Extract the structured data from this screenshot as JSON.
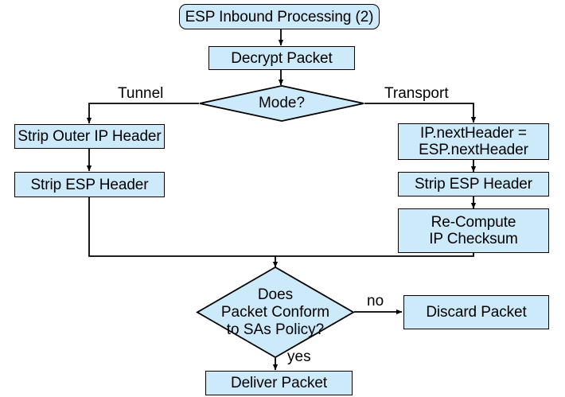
{
  "diagram": {
    "title": "ESP Inbound Processing (2)",
    "colors": {
      "node_fill": "#cdeafa",
      "node_stroke": "#000000",
      "background": "#ffffff",
      "text": "#000000"
    },
    "nodes": {
      "start": {
        "label": "ESP Inbound Processing (2)",
        "shape": "terminator"
      },
      "decrypt": {
        "label": "Decrypt Packet",
        "shape": "process"
      },
      "mode": {
        "label": "Mode?",
        "shape": "decision"
      },
      "strip_outer_ip": {
        "label": "Strip Outer IP Header",
        "shape": "process"
      },
      "strip_esp_left": {
        "label": "Strip ESP Header",
        "shape": "process"
      },
      "next_header": {
        "label": "IP.nextHeader =\nESP.nextHeader",
        "shape": "process"
      },
      "strip_esp_right": {
        "label": "Strip ESP Header",
        "shape": "process"
      },
      "recompute": {
        "label": "Re-Compute\nIP Checksum",
        "shape": "process"
      },
      "conform": {
        "label": "Does\nPacket Conform\nto SAs Policy?",
        "shape": "decision"
      },
      "discard": {
        "label": "Discard Packet",
        "shape": "process"
      },
      "deliver": {
        "label": "Deliver Packet",
        "shape": "process"
      }
    },
    "edge_labels": {
      "tunnel": "Tunnel",
      "transport": "Transport",
      "no": "no",
      "yes": "yes"
    }
  }
}
